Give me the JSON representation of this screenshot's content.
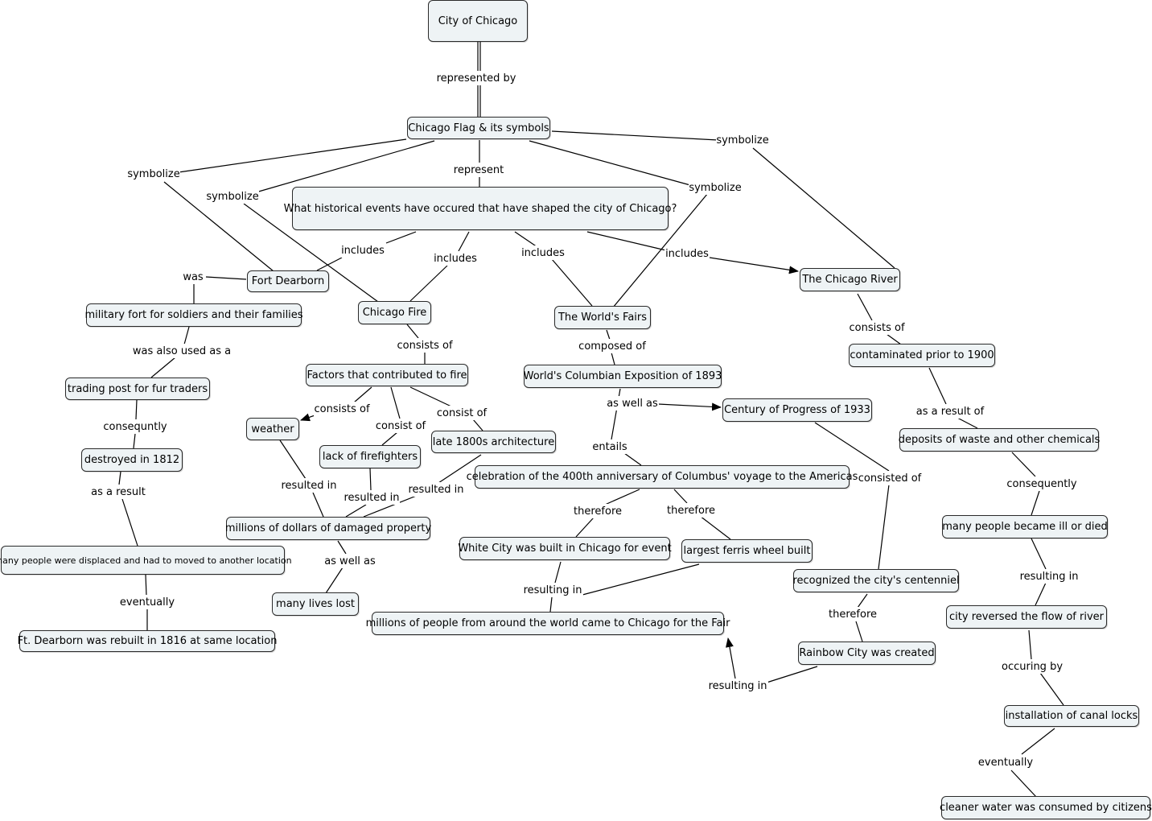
{
  "concept_map": {
    "nodes": {
      "city": "City of Chicago",
      "flag": "Chicago Flag & its symbols",
      "question": "What historical events have occured that have shaped the city of Chicago?",
      "fort": "Fort Dearborn",
      "military": "military fort for soldiers and their families",
      "trading": "trading post for fur traders",
      "destroyed": "destroyed in 1812",
      "displaced": "many people were displaced and had to moved to another location",
      "rebuilt": "Ft. Dearborn was rebuilt in 1816 at same location",
      "fire": "Chicago Fire",
      "factors": "Factors that contributed to fire",
      "weather": "weather",
      "firefighters": "lack of firefighters",
      "architecture": "late 1800s architecture",
      "damage": "millions of dollars of damaged property",
      "lives": "many lives lost",
      "fairs": "The World's Fairs",
      "columbian": "World's Columbian Exposition of 1893",
      "century": "Century of Progress of 1933",
      "celebration": "celebration of the 400th anniversary of Columbus' voyage to the Americas",
      "whitecity": "White City was built in Chicago for event",
      "ferris": "largest ferris wheel built",
      "millions_people": "millions of people from around the world came to Chicago for the Fair",
      "centennial": "recognized the city's centenniel",
      "rainbow": "Rainbow City was created",
      "river": "The Chicago River",
      "contaminated": "contaminated prior to 1900",
      "deposits": "deposits of waste and other chemicals",
      "ill": "many people became ill or died",
      "reversed": "city reversed the flow of river",
      "locks": "installation of canal locks",
      "cleaner": "cleaner water was consumed by citizens"
    },
    "links": {
      "represented_by": "represented by",
      "symbolize_1": "symbolize",
      "symbolize_2": "symbolize",
      "symbolize_3": "symbolize",
      "symbolize_4": "symbolize",
      "represent": "represent",
      "includes_1": "includes",
      "includes_2": "includes",
      "includes_3": "includes",
      "includes_4": "includes",
      "was": "was",
      "was_also": "was also used as a",
      "consequntly": "consequntly",
      "as_a_result": "as a result",
      "eventually_1": "eventually",
      "consists_of_1": "consists of",
      "consists_of_2": "consists of",
      "consist_of_1": "consist of",
      "consist_of_2": "consist of",
      "resulted_in_1": "resulted in",
      "resulted_in_2": "resulted in",
      "resulted_in_3": "resulted in",
      "as_well_as_1": "as well as",
      "composed_of": "composed of",
      "as_well_as_2": "as well as",
      "entails": "entails",
      "therefore_1": "therefore",
      "therefore_2": "therefore",
      "resulting_in_1": "resulting in",
      "consisted_of": "consisted of",
      "therefore_3": "therefore",
      "resulting_in_2": "resulting in",
      "consists_of_3": "consists of",
      "as_a_result_of": "as a result of",
      "consequently": "consequently",
      "resulting_in_3": "resulting in",
      "occuring_by": "occuring by",
      "eventually_2": "eventually"
    }
  }
}
